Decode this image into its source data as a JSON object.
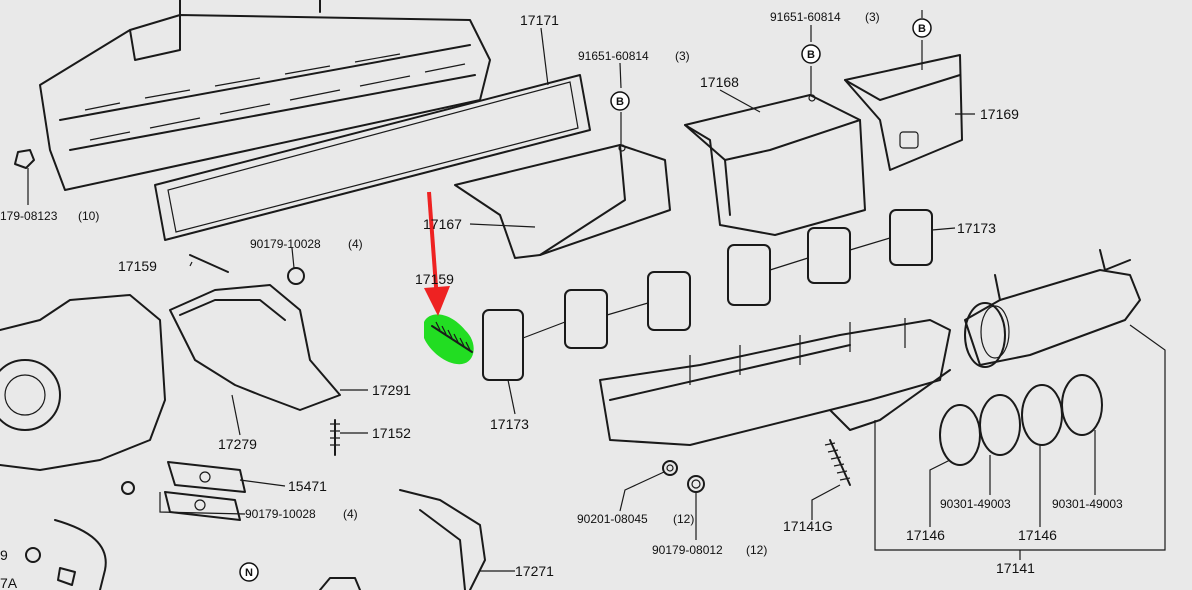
{
  "labels": {
    "l17171": "17171",
    "l91651a": "91651-60814",
    "l91651a_qty": "(3)",
    "l91651b": "91651-60814",
    "l91651b_qty": "(3)",
    "l17168": "17168",
    "l17169": "17169",
    "l90179_08123": "179-08123",
    "l90179_08123_qty": "(10)",
    "l17167": "17167",
    "l17173a": "17173",
    "l17159a": "17159",
    "l90179_10028a": "90179-10028",
    "l90179_10028a_qty": "(4)",
    "l17159b": "17159",
    "l17291": "17291",
    "l17279": "17279",
    "l17152": "17152",
    "l17173b": "17173",
    "l15471": "15471",
    "l90179_10028b": "90179-10028",
    "l90179_10028b_qty": "(4)",
    "l90201": "90201-08045",
    "l90201_qty": "(12)",
    "l90179_08012": "90179-08012",
    "l90179_08012_qty": "(12)",
    "l17141G": "17141G",
    "l17146a": "17146",
    "l90301a": "90301-49003",
    "l17146b": "17146",
    "l90301b": "90301-49003",
    "l17141": "17141",
    "l17271": "17271",
    "l7A": "7A",
    "l9": "9"
  },
  "symbols": {
    "b1": "B",
    "b2": "B",
    "b3": "B",
    "n1": "N"
  },
  "colors": {
    "highlight": "#22dd22",
    "arrow": "#ee2222"
  }
}
